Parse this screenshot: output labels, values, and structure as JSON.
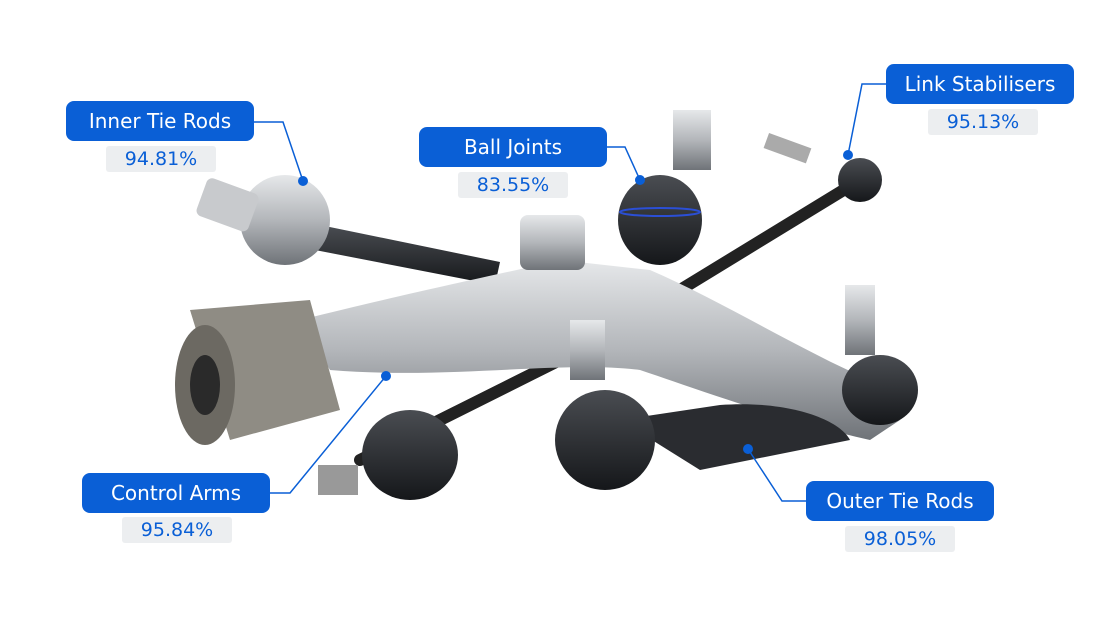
{
  "components": [
    {
      "name": "Inner Tie Rods",
      "value": "94.81%"
    },
    {
      "name": "Ball Joints",
      "value": "83.55%"
    },
    {
      "name": "Link Stabilisers",
      "value": "95.13%"
    },
    {
      "name": "Control Arms",
      "value": "95.84%"
    },
    {
      "name": "Outer Tie Rods",
      "value": "98.05%"
    }
  ],
  "colors": {
    "accent": "#0a5fd6",
    "value_bg": "#eceef0"
  }
}
